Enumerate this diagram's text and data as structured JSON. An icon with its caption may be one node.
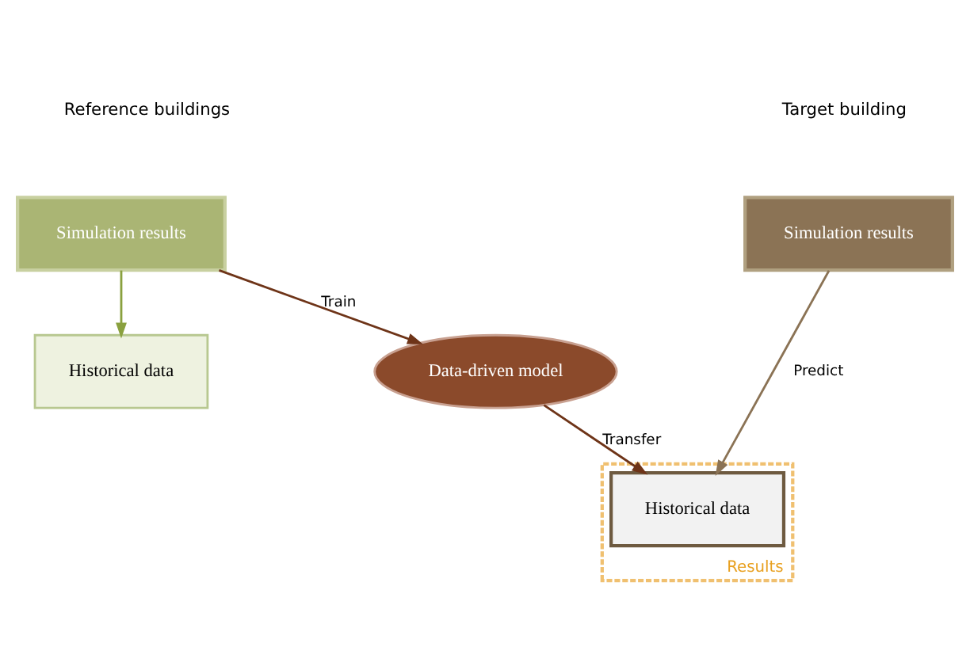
{
  "diagram": {
    "nodes": [
      {
        "text": [
          "Simulation results"
        ]
      },
      {
        "text": [
          "Historical data"
        ]
      },
      {
        "text": [
          "Data-driven model"
        ]
      },
      {
        "text": [
          "Simulation results"
        ]
      },
      {
        "text": [
          "Results"
        ]
      },
      {
        "text": [
          "Historical data"
        ],
        "in": 4
      }
    ],
    "edges": [
      {
        "from": 0,
        "to": 1,
        "arrow": "to",
        "color": "#8aa13f"
      },
      {
        "from": 0,
        "to": 2,
        "arrow": "to",
        "label": "Train",
        "color": "#6e3418"
      },
      {
        "from": 2,
        "to": 5,
        "arrow": "to",
        "label": "Transfer",
        "color": "#6e3418"
      },
      {
        "from": 3,
        "to": 5,
        "arrow": "to",
        "label": "Predict",
        "color": "#8b7355"
      }
    ],
    "labels": [
      "Reference buildings",
      "Target building"
    ]
  }
}
